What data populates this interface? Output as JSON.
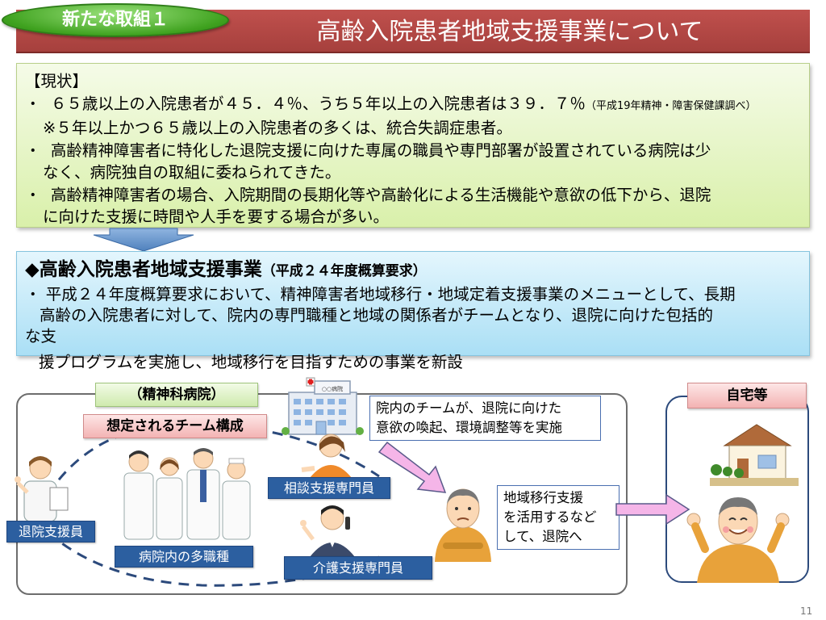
{
  "header": {
    "badge": "新たな取組１",
    "title": "高齢入院患者地域支援事業について"
  },
  "status": {
    "heading": "【現状】",
    "bullet": "・",
    "line1": "６５歳以上の入院患者が４５．４％、うち５年以上の入院患者は３９．７％",
    "line1_source": "（平成19年精神・障害保健課調べ）",
    "line2": "※５年以上かつ６５歳以上の入院患者の多くは、統合失調症患者。",
    "line3a": "高齢精神障害者に特化した退院支援に向けた専属の職員や専門部署が設置されている病院は少",
    "line3b": "なく、病院独自の取組に委ねられてきた。",
    "line4a": "高齢精神障害者の場合、入院期間の長期化等や高齢化による生活機能や意欲の低下から、退院",
    "line4b": "に向けた支援に時間や人手を要する場合が多い。"
  },
  "program": {
    "title": "◆高齢入院患者地域支援事業",
    "subtitle": "（平成２４年度概算要求）",
    "line1": "・ 平成２４年度概算要求において、精神障害者地域移行・地域定着支援事業のメニューとして、長期",
    "line2": "高齢の入院患者に対して、院内の専門職種と地域の関係者がチームとなり、退院に向けた包括的",
    "line3": "な支",
    "line4": "援プログラムを実施し、地域移行を目指すための事業を新設"
  },
  "diagram": {
    "hospital_label": "（精神科病院）",
    "team_label": "想定されるチーム構成",
    "home_label": "自宅等",
    "building_sign": "○○病院",
    "note_team": [
      "院内のチームが、退院に向けた",
      "意欲の喚起、環境調整等を実施"
    ],
    "note_transition": [
      "地域移行支援",
      "を活用するなど",
      "して、退院へ"
    ],
    "roles": {
      "discharge_staff": "退院支援員",
      "multi_staff": "病院内の多職種",
      "consult_specialist": "相談支援専門員",
      "care_specialist": "介護支援専門員"
    }
  },
  "page": {
    "number": "11"
  },
  "colors": {
    "header_red": "#c0504d",
    "badge_green": "#3fa21f",
    "status_green": "#d9f0aa",
    "program_blue": "#aadff5",
    "role_blue": "#2c5fa0",
    "arrow_pink": "#f5b5e8",
    "home_frame_navy": "#2c4a7c"
  }
}
